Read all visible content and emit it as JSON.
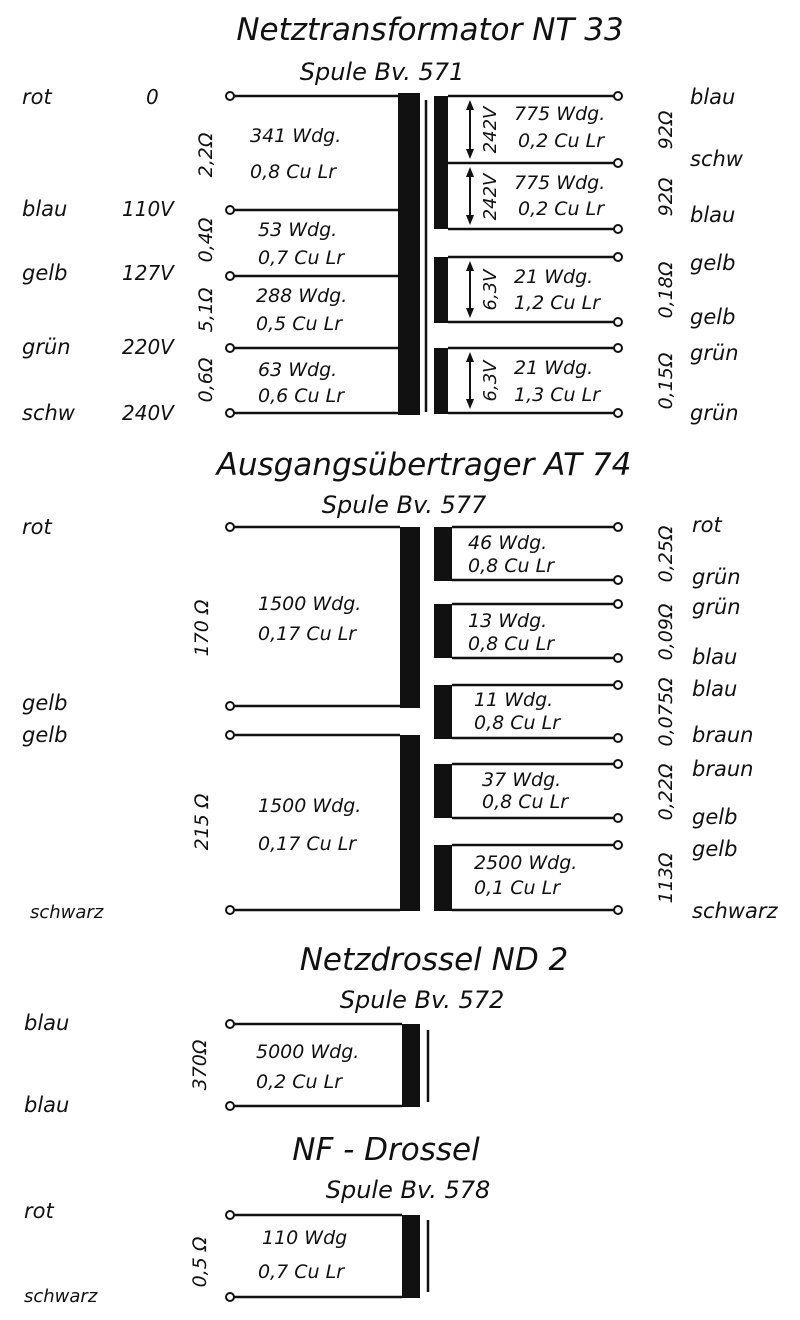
{
  "transformers": [
    {
      "title": "Netztransformator NT 33",
      "coil": "Spule Bv. 571",
      "primary": {
        "wires": [
          "rot",
          "blau",
          "gelb",
          "grün",
          "schw"
        ],
        "taps": [
          "0",
          "110V",
          "127V",
          "220V",
          "240V"
        ],
        "sections": [
          {
            "resistance": "2,2Ω",
            "turns": "341 Wdg.",
            "wire": "0,8 Cu Lr"
          },
          {
            "resistance": "0,4Ω",
            "turns": "53 Wdg.",
            "wire": "0,7 Cu Lr"
          },
          {
            "resistance": "5,1Ω",
            "turns": "288 Wdg.",
            "wire": "0,5 Cu Lr"
          },
          {
            "resistance": "0,6Ω",
            "turns": "63 Wdg.",
            "wire": "0,6 Cu Lr"
          }
        ]
      },
      "secondary": [
        {
          "voltage": "242V",
          "turns": "775 Wdg.",
          "wire": "0,2 Cu Lr",
          "resistance": "92Ω",
          "wires": [
            "blau",
            "schw"
          ]
        },
        {
          "voltage": "242V",
          "turns": "775 Wdg.",
          "wire": "0,2 Cu Lr",
          "resistance": "92Ω",
          "wires": [
            "schw",
            "blau"
          ]
        },
        {
          "voltage": "6,3V",
          "turns": "21 Wdg.",
          "wire": "1,2 Cu Lr",
          "resistance": "0,18Ω",
          "wires": [
            "gelb",
            "gelb"
          ]
        },
        {
          "voltage": "6,3V",
          "turns": "21 Wdg.",
          "wire": "1,3 Cu Lr",
          "resistance": "0,15Ω",
          "wires": [
            "grün",
            "grün"
          ]
        }
      ]
    },
    {
      "title": "Ausgangsübertrager AT 74",
      "coil": "Spule Bv. 577",
      "primary": [
        {
          "resistance": "170 Ω",
          "turns": "1500 Wdg.",
          "wire": "0,17 Cu Lr",
          "wires": [
            "rot",
            "gelb"
          ]
        },
        {
          "resistance": "215 Ω",
          "turns": "1500 Wdg.",
          "wire": "0,17 Cu Lr",
          "wires": [
            "gelb",
            "schwarz"
          ]
        }
      ],
      "secondary": [
        {
          "turns": "46 Wdg.",
          "wire": "0,8 Cu Lr",
          "resistance": "0,25Ω",
          "wires": [
            "rot",
            "grün"
          ]
        },
        {
          "turns": "13 Wdg.",
          "wire": "0,8 Cu Lr",
          "resistance": "0,09Ω",
          "wires": [
            "grün",
            "blau"
          ]
        },
        {
          "turns": "11 Wdg.",
          "wire": "0,8 Cu Lr",
          "resistance": "0,075Ω",
          "wires": [
            "blau",
            "braun"
          ]
        },
        {
          "turns": "37 Wdg.",
          "wire": "0,8 Cu Lr",
          "resistance": "0,22Ω",
          "wires": [
            "braun",
            "gelb"
          ]
        },
        {
          "turns": "2500 Wdg.",
          "wire": "0,1 Cu Lr",
          "resistance": "113Ω",
          "wires": [
            "gelb",
            "schwarz"
          ]
        }
      ]
    },
    {
      "title": "Netzdrossel ND 2",
      "coil": "Spule Bv. 572",
      "winding": {
        "resistance": "370Ω",
        "turns": "5000 Wdg.",
        "wire": "0,2 Cu Lr",
        "wires": [
          "blau",
          "blau"
        ]
      }
    },
    {
      "title": "NF - Drossel",
      "coil": "Spule Bv. 578",
      "winding": {
        "resistance": "0,5 Ω",
        "turns": "110 Wdg",
        "wire": "0,7 Cu Lr",
        "wires": [
          "rot",
          "schwarz"
        ]
      }
    }
  ]
}
